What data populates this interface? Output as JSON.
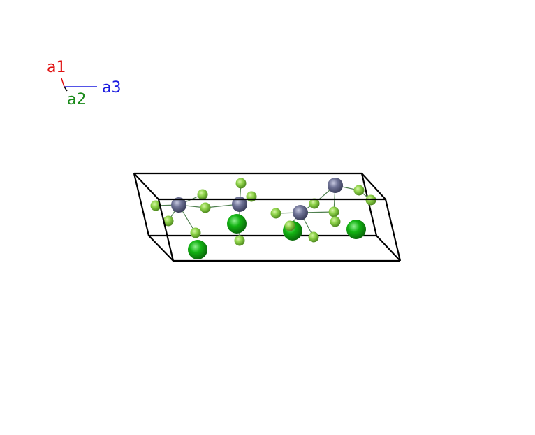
{
  "axes": {
    "a1": {
      "label": "a1",
      "color": "#e01010"
    },
    "a2": {
      "label": "a2",
      "color": "#1a8a1a"
    },
    "a3": {
      "label": "a3",
      "color": "#1a1adf"
    }
  },
  "colors": {
    "cell_edge": "#000000",
    "bond": "#4f7f4f",
    "atom_metal": "#6f7396",
    "atom_small_green": "#8fd34a",
    "atom_large_green": "#12b312"
  }
}
